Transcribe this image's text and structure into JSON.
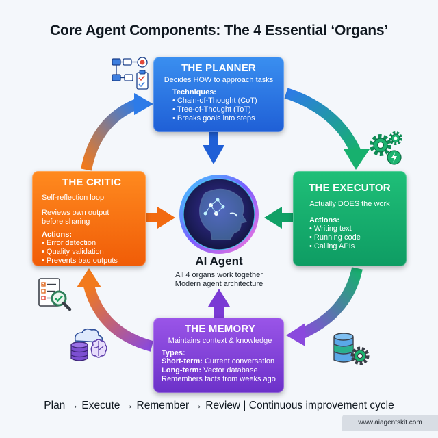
{
  "title": "Core Agent Components: The 4 Essential ‘Organs’",
  "planner": {
    "title": "THE PLANNER",
    "subtitle": "Decides HOW to approach tasks",
    "label": "Techniques:",
    "items": [
      "Chain-of-Thought (CoT)",
      "Tree-of-Thought (ToT)",
      "Breaks goals into steps"
    ]
  },
  "executor": {
    "title": "THE EXECUTOR",
    "subtitle": "Actually DOES the work",
    "label": "Actions:",
    "items": [
      "Writing text",
      "Running code",
      "Calling APIs"
    ]
  },
  "critic": {
    "title": "THE CRITIC",
    "line1": "Self-reflection loop",
    "line2": "Reviews own output before sharing",
    "label": "Actions:",
    "items": [
      "Error detection",
      "Quality validation",
      "Prevents bad outputs"
    ]
  },
  "memory": {
    "title": "THE MEMORY",
    "subtitle": "Maintains context & knowledge",
    "label": "Types:",
    "short_label": "Short-term:",
    "short_text": "Current conversation",
    "long_label": "Long-term:",
    "long_text": "Vector database",
    "facts": "Remembers facts from weeks ago"
  },
  "center": {
    "title": "AI Agent",
    "line1": "All 4 organs work together",
    "line2": "Modern agent architecture"
  },
  "footer": "Plan → Execute → Remember → Review | Continuous improvement cycle",
  "watermark": "www.aiagentskit.com",
  "colors": {
    "planner": "#2a76e6",
    "executor": "#14ad6c",
    "critic": "#f7740f",
    "memory": "#8245d9",
    "center_ring": "#2b2f8a"
  },
  "icons": [
    "flowchart-icon",
    "gears-icon",
    "document-magnifier-icon",
    "cloud-database-brain-icon",
    "database-gear-icon",
    "ai-head-icon"
  ]
}
